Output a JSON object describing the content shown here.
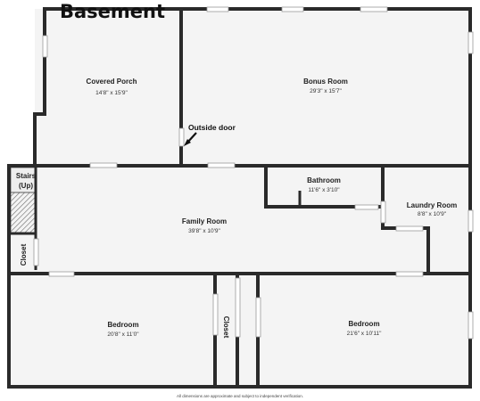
{
  "plan": {
    "title": "Basement",
    "footer": "All dimensions are approximate and subject to independent verification.",
    "annotation": "Outside door",
    "rooms": {
      "covered_porch": {
        "name": "Covered Porch",
        "dims": "14'8\" x 15'9\""
      },
      "bonus_room": {
        "name": "Bonus Room",
        "dims": "29'3\" x 15'7\""
      },
      "bathroom": {
        "name": "Bathroom",
        "dims": "11'6\" x 3'10\""
      },
      "laundry_room": {
        "name": "Laundry Room",
        "dims": "8'8\" x 10'9\""
      },
      "family_room": {
        "name": "Family Room",
        "dims": "39'8\" x 10'9\""
      },
      "bedroom_left": {
        "name": "Bedroom",
        "dims": "20'8\" x 11'0\""
      },
      "bedroom_right": {
        "name": "Bedroom",
        "dims": "21'6\" x 10'11\""
      },
      "stairs": {
        "line1": "Stairs",
        "line2": "(Up)"
      },
      "closet_left": {
        "name": "Closet"
      },
      "closet_middle": {
        "name": "Closet"
      }
    }
  }
}
